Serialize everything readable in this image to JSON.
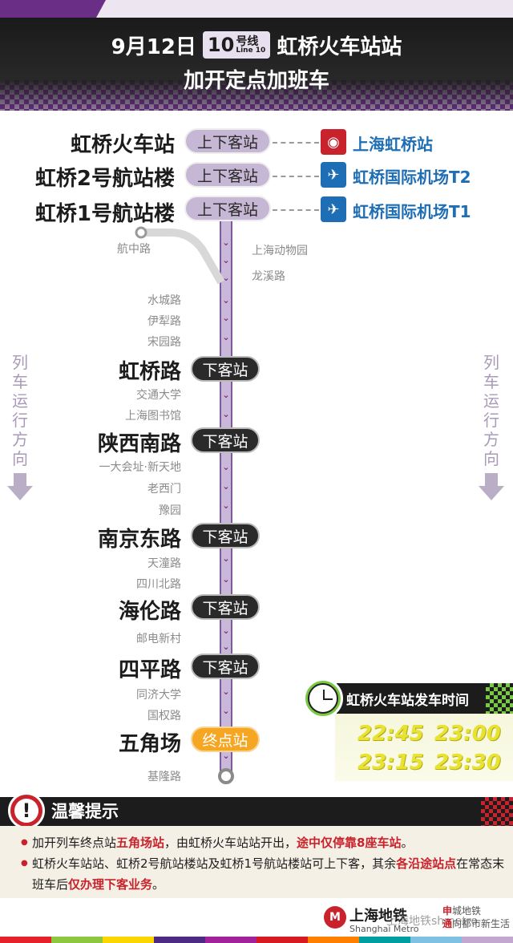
{
  "header": {
    "date": "9月12日",
    "line_number": "10",
    "line_label_cn": "号线",
    "line_label_en": "Line 10",
    "station": "虹桥火车站站",
    "subtitle": "加开定点加班车"
  },
  "direction_label": [
    "列",
    "车",
    "运",
    "行",
    "方",
    "向"
  ],
  "top_stations": [
    {
      "name": "虹桥火车站",
      "service": "上下客站",
      "transfer": "上海虹桥站",
      "transfer_icon": "rail-icon"
    },
    {
      "name": "虹桥2号航站楼",
      "service": "上下客站",
      "transfer": "虹桥国际机场T2",
      "transfer_icon": "plane-icon"
    },
    {
      "name": "虹桥1号航站楼",
      "service": "上下客站",
      "transfer": "虹桥国际机场T1",
      "transfer_icon": "plane-icon"
    }
  ],
  "branch_stations": {
    "left": "航中路",
    "right": [
      "上海动物园",
      "龙溪路"
    ]
  },
  "minor_stations": {
    "group1": [
      "水城路",
      "伊犁路",
      "宋园路"
    ],
    "group2": [
      "交通大学",
      "上海图书馆"
    ],
    "group3": [
      "一大会址·新天地",
      "老西门",
      "豫园"
    ],
    "group4": [
      "天潼路",
      "四川北路"
    ],
    "group5": [
      "邮电新村"
    ],
    "group6": [
      "同济大学",
      "国权路"
    ],
    "group7": [
      "基隆路"
    ]
  },
  "stop_stations": [
    {
      "name": "虹桥路",
      "service": "下客站"
    },
    {
      "name": "陕西南路",
      "service": "下客站"
    },
    {
      "name": "南京东路",
      "service": "下客站"
    },
    {
      "name": "海伦路",
      "service": "下客站"
    },
    {
      "name": "四平路",
      "service": "下客站"
    },
    {
      "name": "五角场",
      "service": "终点站"
    }
  ],
  "departures": {
    "title": "虹桥火车站发车时间",
    "times": [
      "22:45",
      "23:00",
      "23:15",
      "23:30"
    ]
  },
  "notice": {
    "icon": "!",
    "title": "温馨提示",
    "line1_a": "加开列车终点站",
    "line1_b": "五角场站",
    "line1_c": "，由虹桥火车站站开出，",
    "line1_d": "途中仅停靠8座车站",
    "line1_e": "。",
    "line2_a": "虹桥火车站站、虹桥2号航站楼站及虹桥1号航站楼站可上下客，其余",
    "line2_b": "各沿途站点",
    "line2_c": "在常态末班车后",
    "line2_d": "仅办理下客业务",
    "line2_e": "。"
  },
  "footer": {
    "brand": "上海地铁",
    "brand_en": "Shanghai Metro",
    "watermark": "上海地铁shmetro",
    "slogan1_a": "申",
    "slogan1_b": "城地铁",
    "slogan2_a": "通",
    "slogan2_b": "向都市新生活"
  },
  "colors": {
    "line_purple": "#c9b8d9",
    "accent_red": "#c8232c",
    "transfer_blue": "#1e6eb5",
    "terminus_orange": "#f5a623",
    "time_yellow": "#e8e233",
    "clock_green": "#7ac943"
  }
}
